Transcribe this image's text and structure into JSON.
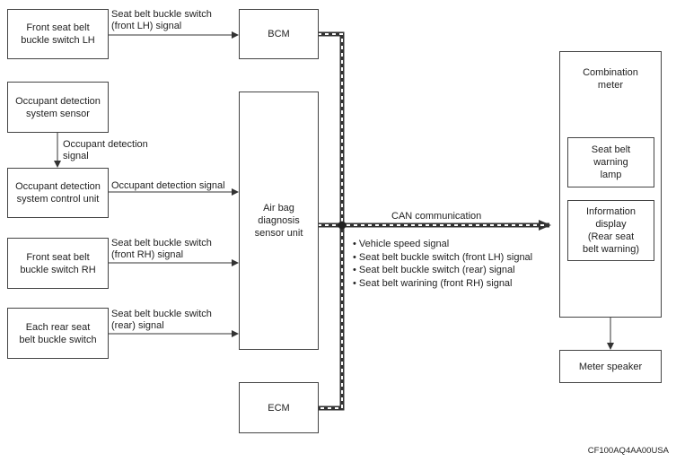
{
  "boxes": {
    "front_lh": "Front seat belt\nbuckle switch LH",
    "bcm": "BCM",
    "ods_sensor": "Occupant detection\nsystem sensor",
    "ods_cu": "Occupant detection\nsystem control unit",
    "front_rh": "Front seat belt\nbuckle switch RH",
    "rear": "Each rear seat\nbelt buckle switch",
    "airbag": "Air bag\ndiagnosis\nsensor unit",
    "ecm": "ECM",
    "combination_meter": "Combination\nmeter",
    "warning_lamp": "Seat belt\nwarning\nlamp",
    "info_display": "Information\ndisplay\n(Rear seat\nbelt warning)",
    "meter_speaker": "Meter speaker"
  },
  "labels": {
    "sig_front_lh": "Seat belt buckle switch\n(front LH) signal",
    "sig_occupant_1": "Occupant detection\nsignal",
    "sig_occupant_2": "Occupant detection signal",
    "sig_front_rh": "Seat belt buckle switch\n(front RH) signal",
    "sig_rear": "Seat belt buckle switch\n(rear) signal",
    "can": "CAN communication"
  },
  "can_signals": [
    "Vehicle speed signal",
    "Seat belt buckle switch (front LH) signal",
    "Seat belt buckle switch (rear) signal",
    "Seat belt warining (front RH) signal"
  ],
  "figure_code": "CF100AQ4AA00USA",
  "colors": {
    "line": "#333333",
    "can_dash": "#ffffff"
  }
}
